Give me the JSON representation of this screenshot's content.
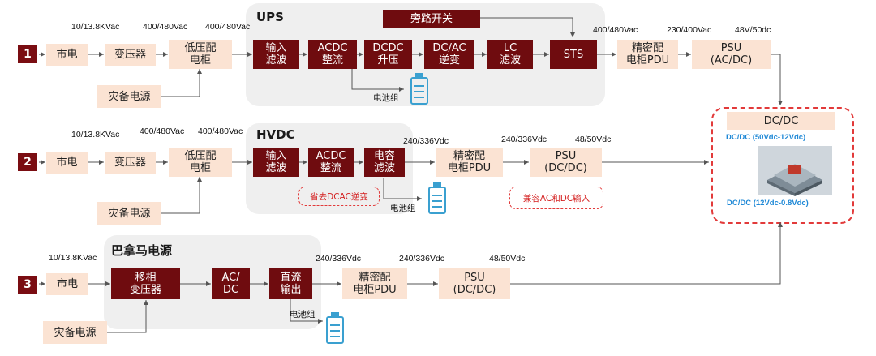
{
  "rows": [
    {
      "number": "1",
      "section_title": "UPS",
      "boxes": {
        "mains": "市电",
        "transformer": "变压器",
        "lv_cabinet": "低压配\n电柜",
        "backup": "灾备电源",
        "input_filter": "输入\n滤波",
        "acdc": "ACDC\n整流",
        "dcdc": "DCDC\n升压",
        "dcac": "DC/AC\n逆变",
        "lc": "LC\n滤波",
        "sts": "STS",
        "bypass": "旁路开关",
        "pdu": "精密配\n电柜PDU",
        "psu": "PSU\n(AC/DC)"
      },
      "battery_label": "电池组",
      "voltages": {
        "v1": "10/13.8KVac",
        "v2": "400/480Vac",
        "v3": "400/480Vac",
        "v4": "400/480Vac",
        "v5": "230/400Vac",
        "v6": "48V/50dc"
      }
    },
    {
      "number": "2",
      "section_title": "HVDC",
      "boxes": {
        "mains": "市电",
        "transformer": "变压器",
        "lv_cabinet": "低压配\n电柜",
        "backup": "灾备电源",
        "input_filter": "输入\n滤波",
        "acdc": "ACDC\n整流",
        "cap_filter": "电容\n滤波",
        "pdu": "精密配\n电柜PDU",
        "psu": "PSU\n(DC/DC)"
      },
      "battery_label": "电池组",
      "notes": {
        "omit": "省去DCAC逆变",
        "compat": "兼容AC和DC输入"
      },
      "voltages": {
        "v1": "10/13.8KVac",
        "v2": "400/480Vac",
        "v3": "400/480Vac",
        "v4": "240/336Vdc",
        "v5": "240/336Vdc",
        "v6": "48/50Vdc"
      }
    },
    {
      "number": "3",
      "section_title": "巴拿马电源",
      "boxes": {
        "mains": "市电",
        "phase_transformer": "移相\n变压器",
        "acdc": "AC/\nDC",
        "dc_out": "直流\n输出",
        "backup": "灾备电源",
        "pdu": "精密配\n电柜PDU",
        "psu": "PSU\n(DC/DC)"
      },
      "battery_label": "电池组",
      "voltages": {
        "v1": "10/13.8KVac",
        "v2": "240/336Vdc",
        "v3": "240/336Vdc",
        "v4": "48/50Vdc"
      }
    }
  ],
  "dcdc_panel": {
    "title": "DC/DC",
    "top_label": "DC/DC (50Vdc-12Vdc)",
    "bottom_label": "DC/DC (12Vdc-0.8Vdc)"
  },
  "colors": {
    "dark_box": "#6f0c0f",
    "light_box": "#fbe3d3",
    "group_bg": "#efefef",
    "dashed_red": "#e23a3a",
    "blue_text": "#1e88d6",
    "battery": "#3aa0d0"
  }
}
